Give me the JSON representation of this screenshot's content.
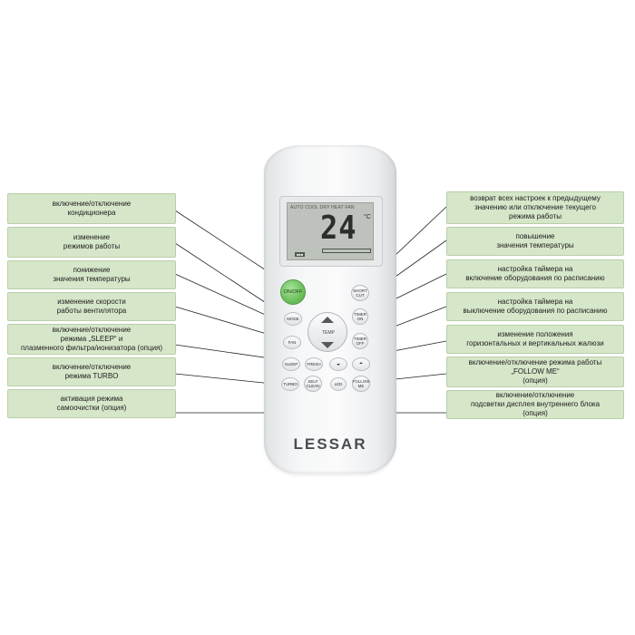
{
  "remote": {
    "brand": "LESSAR",
    "display": {
      "modes": "AUTO COOL DRY HEAT FAN",
      "temperature": "24",
      "unit": "°C",
      "small_label": "■■■"
    },
    "buttons": {
      "on_off": "ON/OFF",
      "mode": "MODE",
      "fan": "FAN",
      "temp": "TEMP",
      "sleep": "SLEEP",
      "fresh": "FRESH",
      "turbo": "TURBO",
      "self_clean": "SELF\nCLEAN",
      "short_cut": "SHORT\nCUT",
      "timer_on": "TIMER\nON",
      "timer_off": "TIMER\nOFF",
      "swing_left": "◒",
      "swing_right": "◓",
      "follow_me": "FOLLOW\nME",
      "led": "LED"
    }
  },
  "labels": {
    "left": [
      "включение/отключение\nкондиционера",
      "изменение\nрежимов работы",
      "понижение\nзначения температуры",
      "изменение скорости\nработы вентилятора",
      "включение/отключение\nрежима „SLEEP“ и\nплазменного фильтра/ионизатора (опция)",
      "включение/отключение\nрежима TURBO",
      "активация режима\nсамоочистки (опция)"
    ],
    "right": [
      "возврат всех настроек к предыдущему\nзначению или отключение текущего\nрежима работы",
      "повышение\nзначения температуры",
      "настройка таймера на\nвключение оборудования по расписанию",
      "настройка таймера на\nвыключение оборудования по расписанию",
      "изменение положения\nгоризонтальных и вертикальных жалюзи",
      "включение/отключение режима работы\n„FOLLOW ME“\n(опция)",
      "включение/отключение\nподсветки дисплея внутреннего блока\n(опция)"
    ]
  },
  "colors": {
    "label_bg": "#d6e6c9",
    "on_off_button": "#6cc05a",
    "line": "#222222"
  }
}
